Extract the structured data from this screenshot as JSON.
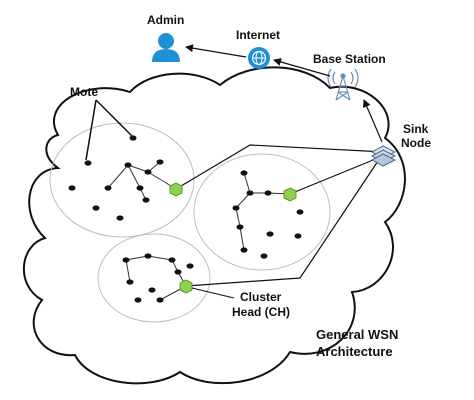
{
  "labels": {
    "admin": "Admin",
    "internet": "Internet",
    "base_station": "Base Station",
    "mote": "Mote",
    "sink_line1": "Sink",
    "sink_line2": "Node",
    "ch_line1": "Cluster",
    "ch_line2": "Head (CH)",
    "title_line1": "General WSN",
    "title_line2": "Architecture"
  },
  "colors": {
    "admin_icon": "#1e90d6",
    "internet_globe": "#1e90d6",
    "cluster_head": "#8fd14f",
    "mote": "#111111",
    "cloud_stroke": "#111111",
    "cluster_circle": "#bdbdbd",
    "tower": "#7aa0c8",
    "sink": "#7aa0c8"
  },
  "icons": [
    "user-icon",
    "globe-icon",
    "antenna-tower-icon",
    "sink-node-icon"
  ]
}
